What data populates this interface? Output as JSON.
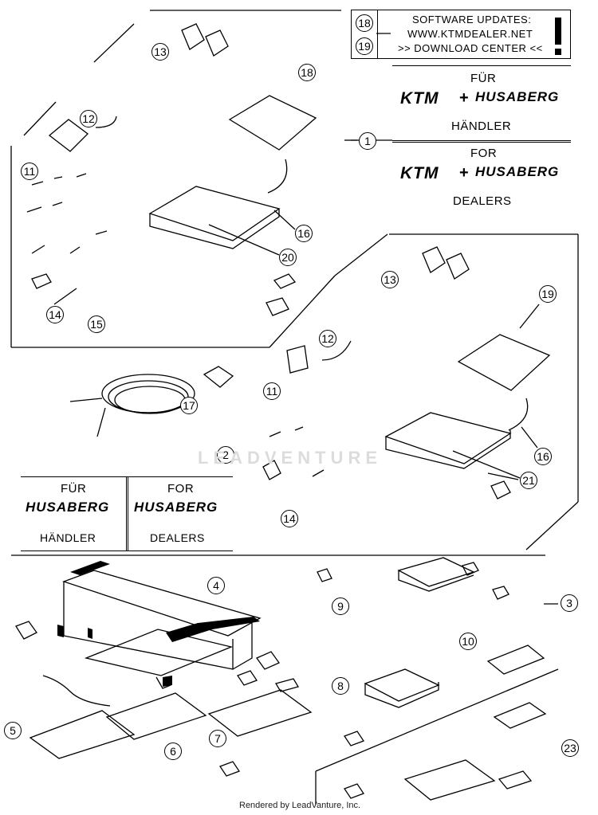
{
  "callouts": [
    "1",
    "2",
    "3",
    "4",
    "5",
    "6",
    "7",
    "8",
    "9",
    "10",
    "11",
    "12",
    "13",
    "14",
    "15",
    "16",
    "17",
    "18",
    "19",
    "20",
    "21",
    "23"
  ],
  "software_box": {
    "ref_a": "18",
    "ref_b": "19",
    "line1": "SOFTWARE UPDATES:",
    "line2": "WWW.KTMDEALER.NET",
    "line3": ">> DOWNLOAD CENTER <<",
    "mark": "!"
  },
  "dealer_box_top": {
    "label_de": "FÜR",
    "brand_a": "KTM",
    "plus": "+",
    "brand_b": "HUSABERG",
    "dealer_de": "HÄNDLER",
    "label_en": "FOR",
    "dealer_en": "DEALERS"
  },
  "dealer_box_husaberg": {
    "label_de": "FÜR",
    "brand": "HUSABERG",
    "dealer_de": "HÄNDLER",
    "label_en": "FOR",
    "dealer_en": "DEALERS"
  },
  "watermark": "LEADVENTURE",
  "footer": "Rendered by LeadVanture, Inc."
}
